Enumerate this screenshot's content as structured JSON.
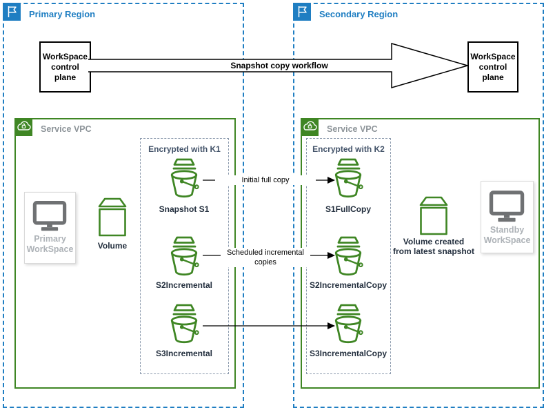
{
  "primary_region": {
    "title": "Primary Region"
  },
  "secondary_region": {
    "title": "Secondary Region"
  },
  "control_plane_left": {
    "label": "WorkSpace control plane"
  },
  "control_plane_right": {
    "label": "WorkSpace control plane"
  },
  "workflow": {
    "label": "Snapshot copy workflow"
  },
  "vpc_left": {
    "title": "Service VPC"
  },
  "vpc_right": {
    "title": "Service VPC"
  },
  "encryption": {
    "k1_title": "Encrypted with K1",
    "k2_title": "Encrypted with K2"
  },
  "left_snapshots": [
    {
      "label": "Snapshot S1"
    },
    {
      "label": "S2Incremental"
    },
    {
      "label": "S3Incremental"
    }
  ],
  "right_snapshots": [
    {
      "label": "S1FullCopy"
    },
    {
      "label": "S2IncrementalCopy"
    },
    {
      "label": "S3IncrementalCopy"
    }
  ],
  "copy_arrows": {
    "initial": "Initial full copy",
    "scheduled": "Scheduled incremental copies"
  },
  "workspace_primary": {
    "label": "Primary WorkSpace"
  },
  "workspace_standby": {
    "label": "Standby WorkSpace"
  },
  "volume_left": {
    "label": "Volume"
  },
  "volume_right": {
    "line1": "Volume created",
    "line2": "from latest snapshot"
  },
  "colors": {
    "region_blue": "#1F7EC2",
    "vpc_green": "#3F8624",
    "encrypted_label": "#44546A",
    "dark_text": "#232F3E",
    "service_vpc_gray": "#8D9499",
    "workspace_label_gray": "#ADB2B7",
    "monitor_gray": "#6F7173"
  }
}
